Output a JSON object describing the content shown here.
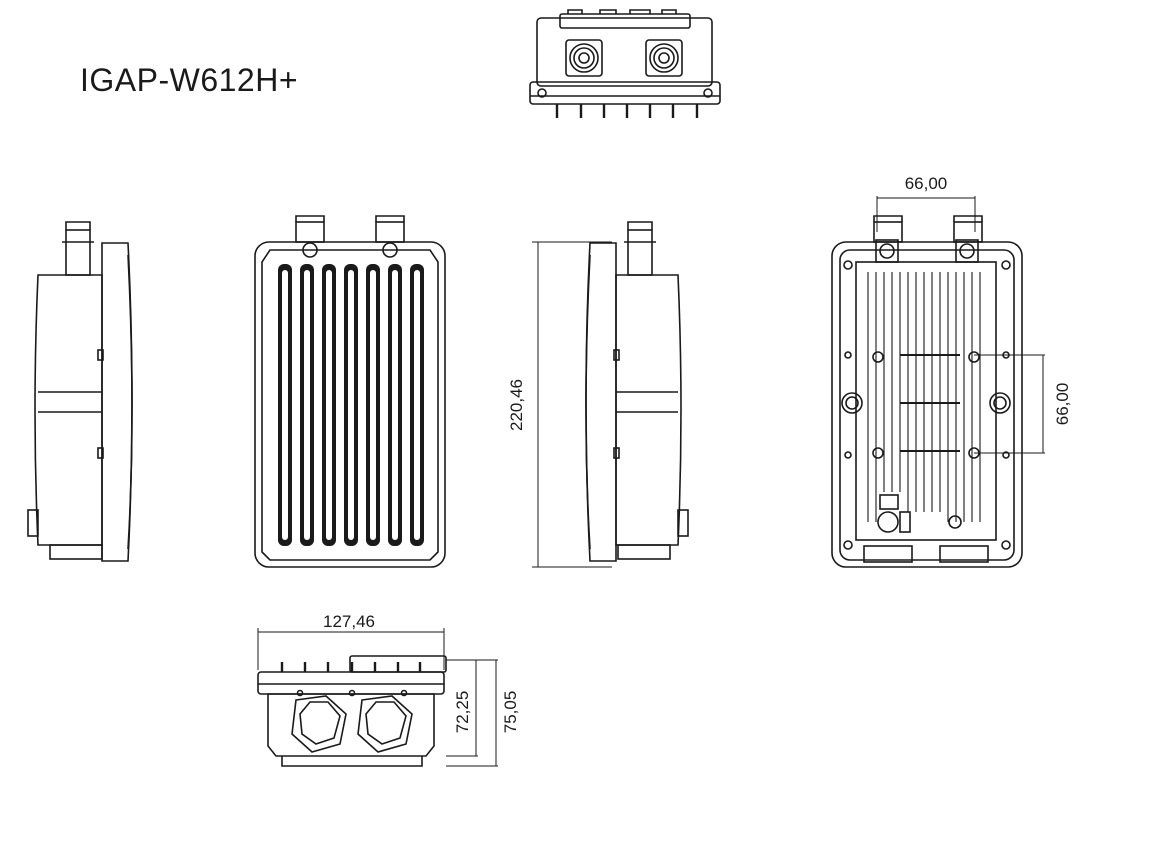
{
  "title": "IGAP-W612H+",
  "dimensions": {
    "antenna_spacing_top": "66,00",
    "mount_spacing_side": "66,00",
    "height": "220,46",
    "width": "127,46",
    "depth_body": "72,25",
    "depth_total": "75,05"
  },
  "colors": {
    "line": "#1a1a1a",
    "fin_fill": "#1a1a1a",
    "background": "#ffffff"
  }
}
